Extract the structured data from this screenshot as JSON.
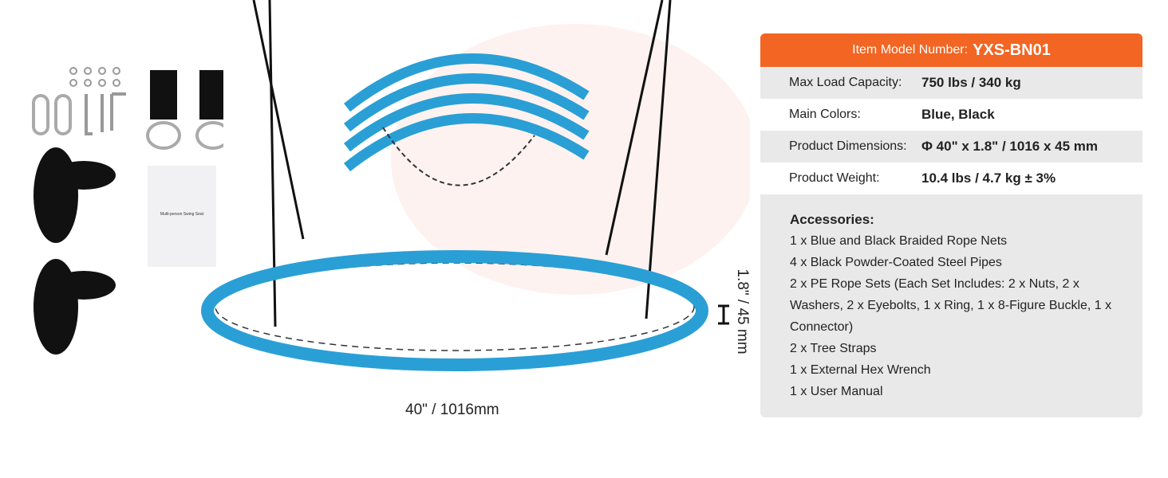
{
  "spec": {
    "header_label": "Item Model Number:",
    "header_value": "YXS-BN01",
    "rows": [
      {
        "label": "Max Load Capacity:",
        "value": "750 lbs / 340 kg"
      },
      {
        "label": "Main Colors:",
        "value": "Blue, Black"
      },
      {
        "label": "Product Dimensions:",
        "value": "Φ 40\" x 1.8\" / 1016 x 45 mm"
      },
      {
        "label": "Product Weight:",
        "value": "10.4 lbs / 4.7 kg ± 3%"
      }
    ],
    "accessories_title": "Accessories:",
    "accessories": [
      "1 x Blue and Black Braided Rope Nets",
      "4 x Black Powder-Coated Steel Pipes",
      "2 x PE Rope Sets (Each Set Includes: 2 x Nuts, 2 x Washers, 2 x Eyebolts, 1 x Ring, 1 x 8-Figure Buckle, 1 x Connector)",
      "2 x Tree Straps",
      "1 x External Hex Wrench",
      "1 x User Manual"
    ]
  },
  "dimensions": {
    "width_label": "40\" / 1016mm",
    "height_label": "1.8\" / 45 mm"
  },
  "manual_title": "Multi-person Swing Seat",
  "colors": {
    "accent": "#f26522",
    "ring": "#2a9fd6",
    "panel": "#e9e9e9"
  }
}
